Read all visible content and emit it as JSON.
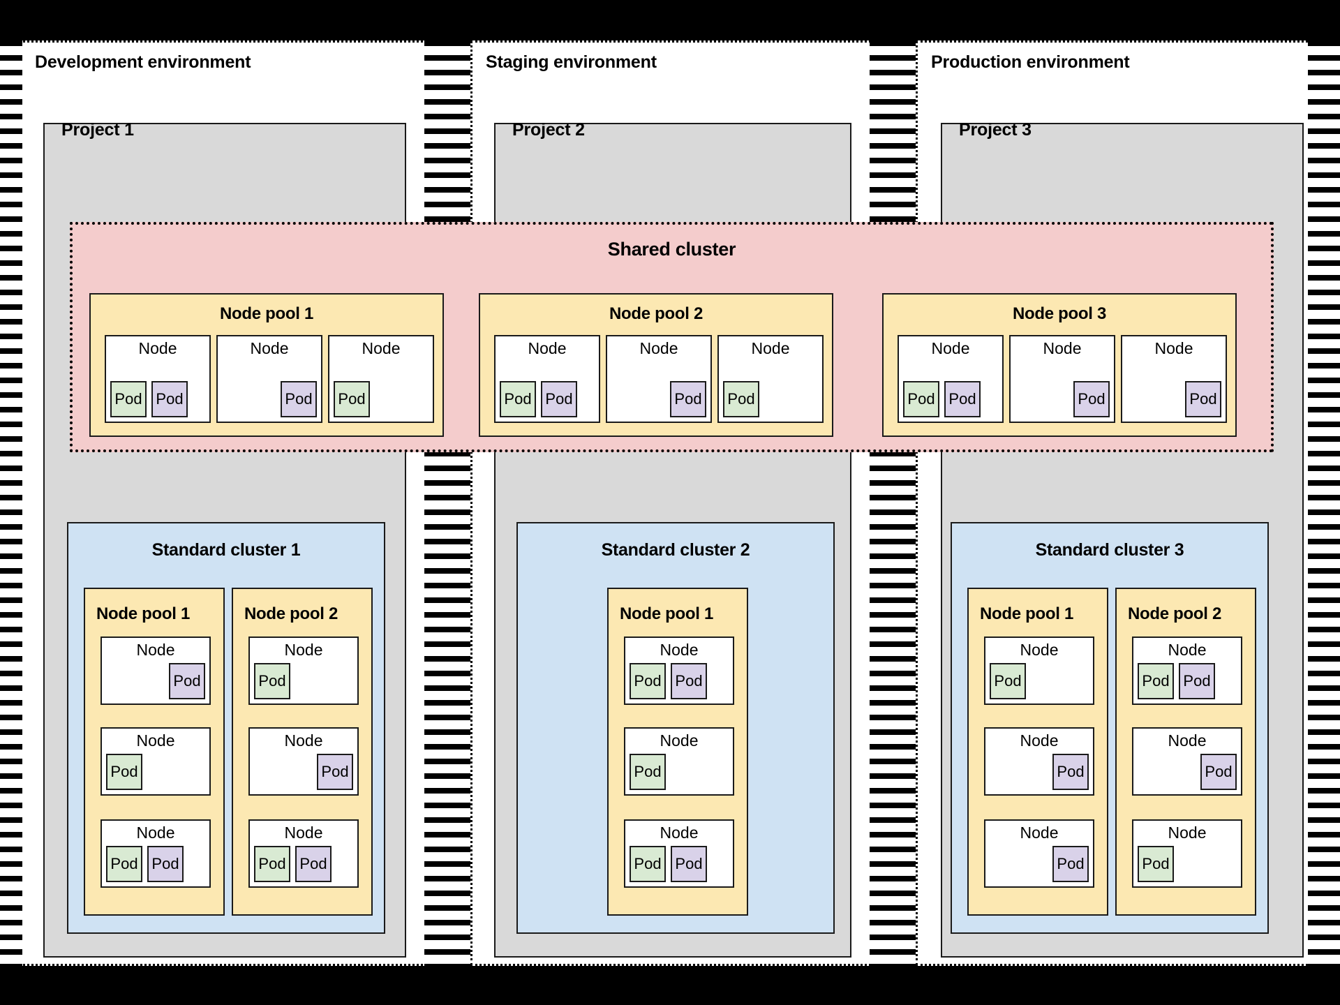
{
  "colors": {
    "environment_bg": "#ffffff",
    "project_bg": "#d9d9d9",
    "shared_cluster_bg": "#f4cccc",
    "standard_cluster_bg": "#cfe2f3",
    "node_pool_bg": "#fce8b2",
    "node_bg": "#ffffff",
    "pod_green": "#d9ead3",
    "pod_purple": "#d9d2e9",
    "border": "#1a1a1a",
    "page_bg": "#000000"
  },
  "environments": [
    {
      "title": "Development environment",
      "project": "Project 1"
    },
    {
      "title": "Staging environment",
      "project": "Project 2"
    },
    {
      "title": "Production environment",
      "project": "Project 3"
    }
  ],
  "shared_cluster": {
    "title": "Shared cluster",
    "node_pools": [
      {
        "title": "Node pool 1",
        "nodes": [
          {
            "label": "Node",
            "align": "left",
            "pods": [
              "green",
              "purple"
            ]
          },
          {
            "label": "Node",
            "align": "right",
            "pods": [
              "purple"
            ]
          },
          {
            "label": "Node",
            "align": "left",
            "pods": [
              "green"
            ]
          }
        ]
      },
      {
        "title": "Node pool 2",
        "nodes": [
          {
            "label": "Node",
            "align": "left",
            "pods": [
              "green",
              "purple"
            ]
          },
          {
            "label": "Node",
            "align": "right",
            "pods": [
              "purple"
            ]
          },
          {
            "label": "Node",
            "align": "left",
            "pods": [
              "green"
            ]
          }
        ]
      },
      {
        "title": "Node pool 3",
        "nodes": [
          {
            "label": "Node",
            "align": "left",
            "pods": [
              "green",
              "purple"
            ]
          },
          {
            "label": "Node",
            "align": "right",
            "pods": [
              "purple"
            ]
          },
          {
            "label": "Node",
            "align": "right",
            "pods": [
              "purple"
            ]
          }
        ]
      }
    ]
  },
  "standard_clusters": [
    {
      "title": "Standard cluster 1",
      "node_pools": [
        {
          "title": "Node pool 1",
          "nodes": [
            {
              "label": "Node",
              "align": "right",
              "pods": [
                "purple"
              ]
            },
            {
              "label": "Node",
              "align": "left",
              "pods": [
                "green"
              ]
            },
            {
              "label": "Node",
              "align": "left",
              "pods": [
                "green",
                "purple"
              ]
            }
          ]
        },
        {
          "title": "Node pool 2",
          "nodes": [
            {
              "label": "Node",
              "align": "left",
              "pods": [
                "green"
              ]
            },
            {
              "label": "Node",
              "align": "right",
              "pods": [
                "purple"
              ]
            },
            {
              "label": "Node",
              "align": "left",
              "pods": [
                "green",
                "purple"
              ]
            }
          ]
        }
      ]
    },
    {
      "title": "Standard cluster 2",
      "node_pools": [
        {
          "title": "Node pool 1",
          "nodes": [
            {
              "label": "Node",
              "align": "left",
              "pods": [
                "green",
                "purple"
              ]
            },
            {
              "label": "Node",
              "align": "left",
              "pods": [
                "green"
              ]
            },
            {
              "label": "Node",
              "align": "left",
              "pods": [
                "green",
                "purple"
              ]
            }
          ]
        }
      ]
    },
    {
      "title": "Standard cluster 3",
      "node_pools": [
        {
          "title": "Node pool 1",
          "nodes": [
            {
              "label": "Node",
              "align": "left",
              "pods": [
                "green"
              ]
            },
            {
              "label": "Node",
              "align": "right",
              "pods": [
                "purple"
              ]
            },
            {
              "label": "Node",
              "align": "right",
              "pods": [
                "purple"
              ]
            }
          ]
        },
        {
          "title": "Node pool 2",
          "nodes": [
            {
              "label": "Node",
              "align": "left",
              "pods": [
                "green",
                "purple"
              ]
            },
            {
              "label": "Node",
              "align": "right",
              "pods": [
                "purple"
              ]
            },
            {
              "label": "Node",
              "align": "left",
              "pods": [
                "green"
              ]
            }
          ]
        }
      ]
    }
  ]
}
